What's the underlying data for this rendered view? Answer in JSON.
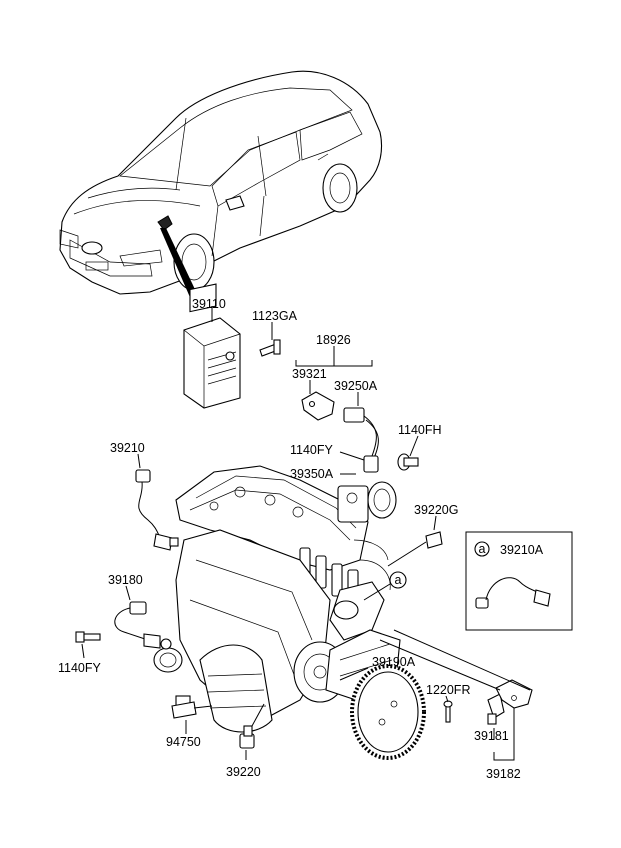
{
  "labels": {
    "ecu": "39110",
    "ecu_bolt": "1123GA",
    "group_18926": "18926",
    "bracket": "39321",
    "sensor_39250a": "39250A",
    "bolt_1140fh": "1140FH",
    "bolt_1140fy_top": "1140FY",
    "sensor_39350a": "39350A",
    "sensor_39210": "39210",
    "sensor_39220g": "39220G",
    "sensor_39180": "39180",
    "bolt_1140fy_left": "1140FY",
    "ring_39190a": "39190A",
    "bolt_1220fr": "1220FR",
    "sensor_94750": "94750",
    "sensor_39220": "39220",
    "sensor_39181": "39181",
    "sensor_39182": "39182"
  },
  "callout": {
    "marker": "a",
    "part": "39210A"
  },
  "engine_marker": "a"
}
